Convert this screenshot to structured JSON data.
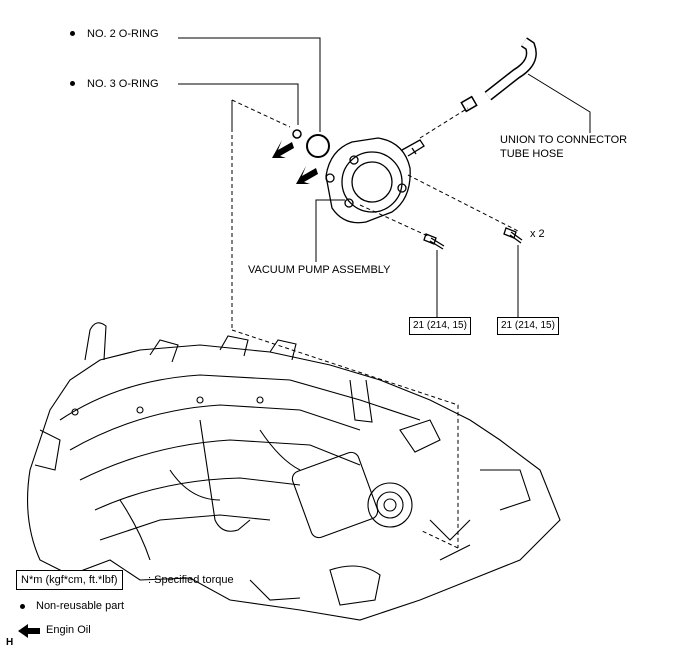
{
  "labels": {
    "o_ring_2": "NO. 2 O-RING",
    "o_ring_3": "NO. 3 O-RING",
    "hose_line1": "UNION TO CONNECTOR",
    "hose_line2": "TUBE HOSE",
    "pump": "VACUUM PUMP ASSEMBLY",
    "bolt_qty": "x 2"
  },
  "torque": {
    "left": "21 (214, 15)",
    "right": "21 (214, 15)"
  },
  "legend": {
    "torque_unit": "N*m (kgf*cm, ft.*lbf)",
    "torque_desc": ": Specified torque",
    "non_reusable": "Non-reusable part",
    "oil": "Engin Oil"
  },
  "corner_mark": "H",
  "icons": [
    "bullet-icon",
    "oil-arrow-icon",
    "apply-arrow-icon"
  ]
}
